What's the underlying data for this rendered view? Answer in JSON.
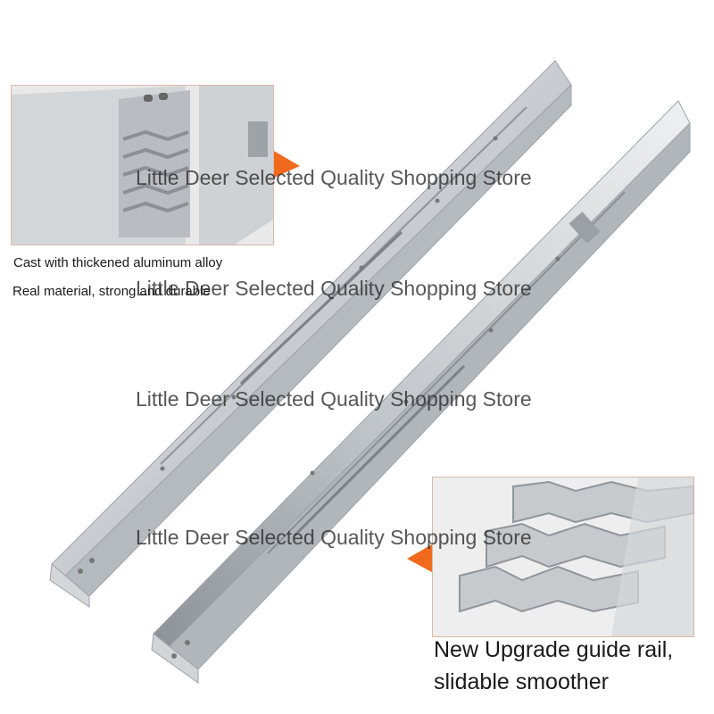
{
  "captions": {
    "top_line1": "Cast with thickened aluminum alloy",
    "top_line2": "Real material, strong and durable",
    "bottom_line1": "New Upgrade guide rail,",
    "bottom_line2": "slidable smoother"
  },
  "watermarks": [
    "Little Deer Selected Quality Shopping Store",
    "Little Deer Selected Quality Shopping Store",
    "Little Deer Selected Quality Shopping Store",
    "Little Deer Selected Quality Shopping Store"
  ],
  "colors": {
    "background": "#ffffff",
    "rail_light": "#e6e8ea",
    "rail_mid": "#c4c8cc",
    "rail_dark": "#8e949a",
    "pointer_arrow": "#f06a1e",
    "inset_border": "#d8b9a8"
  }
}
